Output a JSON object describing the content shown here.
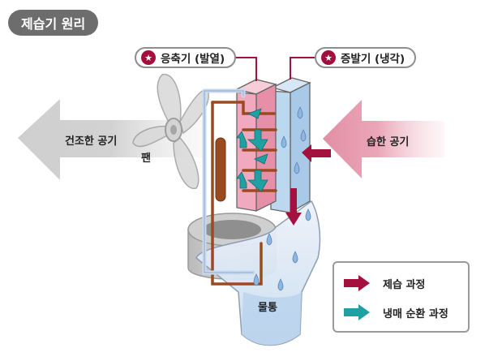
{
  "title": "제습기 원리",
  "labels": {
    "condenser": "응축기 (발열)",
    "evaporator": "증발기 (냉각)",
    "dry_air": "건조한 공기",
    "humid_air": "습한 공기",
    "fan": "팬",
    "water_tank": "물통"
  },
  "legend": {
    "dehumidify": "제습 과정",
    "refrigerant": "냉매 순환 과정"
  },
  "icons": {
    "tag_marker": "star-icon"
  },
  "colors": {
    "dehumidify_arrow": "#a3123f",
    "refrigerant_arrow": "#1fa0a3",
    "condenser": "#f1a9bf",
    "evaporator": "#bcd8ef",
    "pipe": "#9a4a1e",
    "title_bg": "#6d6d6d"
  }
}
